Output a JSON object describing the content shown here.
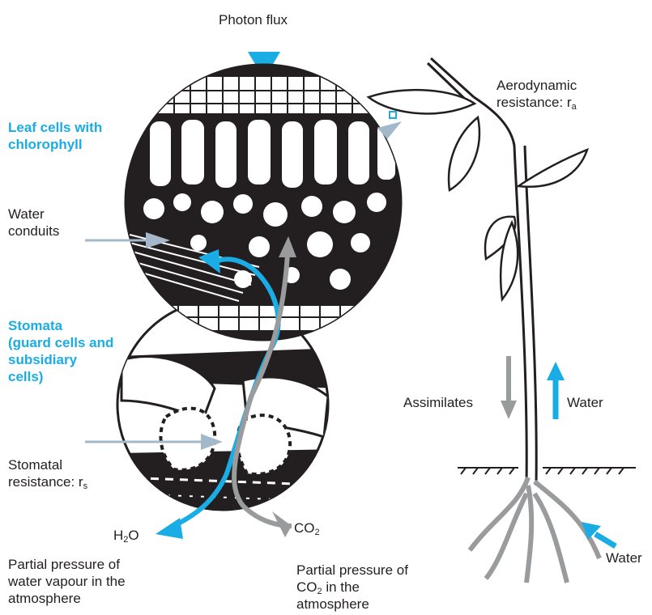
{
  "labels": {
    "photon_flux": "Photon flux",
    "leaf_cells": [
      "Leaf cells with",
      "chlorophyll"
    ],
    "water_conduits": [
      "Water",
      "conduits"
    ],
    "stomata": [
      "Stomata",
      "(guard cells and",
      "subsidiary",
      "cells)"
    ],
    "stomatal_resistance": {
      "line1": "Stomatal",
      "line2_text": "resistance: r",
      "sub": "s"
    },
    "aerodynamic_resistance": {
      "line1": "Aerodynamic",
      "line2_text": "resistance: r",
      "sub": "a"
    },
    "h2o": {
      "base": "H",
      "sub": "2",
      "tail": "O"
    },
    "co2": {
      "base": "CO",
      "sub": "2"
    },
    "pp_water": [
      "Partial pressure of",
      "water vapour in the",
      "atmosphere"
    ],
    "pp_co2": {
      "line1": "Partial pressure of",
      "line2_base": "CO",
      "line2_sub": "2",
      "line2_tail": " in the",
      "line3": "atmosphere"
    },
    "assimilates": "Assimilates",
    "water_stem": "Water",
    "water_root": "Water"
  },
  "colors": {
    "accent_blue": "#1aace4",
    "arrow_grey": "#9a9b9c",
    "pointer_blue_grey": "#a3b8c8",
    "ink": "#231f20"
  }
}
